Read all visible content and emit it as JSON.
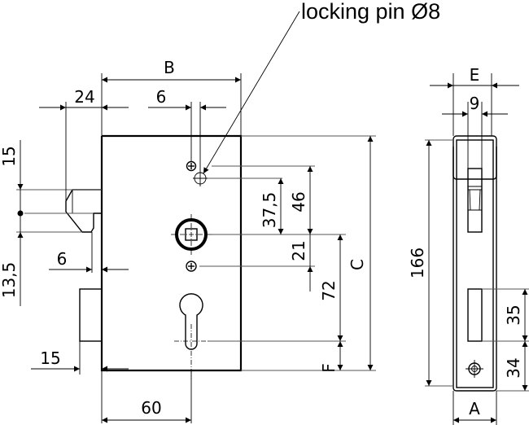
{
  "diagram": {
    "type": "technical-drawing",
    "subject": "mortise lock dimensional drawing (front and side views)",
    "callout": "locking pin Ø8",
    "front_view": {
      "dimensions": {
        "backset_B": "B",
        "latch_projection": "24",
        "pin_spacing": "6",
        "latch_top": "15",
        "latch_bottom": "13,5",
        "latch_offset": "6",
        "bolt_offset": "15",
        "backset_60": "60",
        "pin_to_spindle_37_5": "37,5",
        "pin_to_spindle_46": "46",
        "spindle_to_screw": "21",
        "spindle_to_cylinder": "72",
        "cylinder_to_bottom": "F",
        "case_height": "C"
      }
    },
    "side_view": {
      "dimensions": {
        "width_E": "E",
        "slot_width": "9",
        "forend_length": "166",
        "bolt_window": "35",
        "screw_to_bottom": "34",
        "forend_width_A": "A"
      }
    }
  }
}
